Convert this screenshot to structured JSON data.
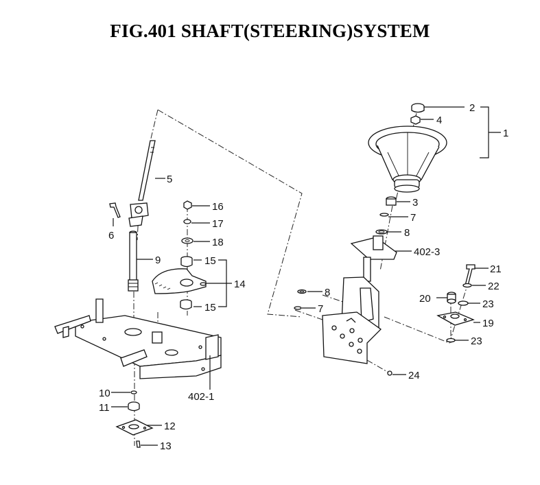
{
  "title": "FIG.401  SHAFT(STEERING)SYSTEM",
  "callouts": [
    "1",
    "2",
    "3",
    "4",
    "5",
    "6",
    "7",
    "7",
    "8",
    "8",
    "9",
    "10",
    "11",
    "12",
    "13",
    "14",
    "15",
    "15",
    "16",
    "17",
    "18",
    "19",
    "20",
    "21",
    "22",
    "23",
    "23",
    "24",
    "402-1",
    "402-3"
  ]
}
